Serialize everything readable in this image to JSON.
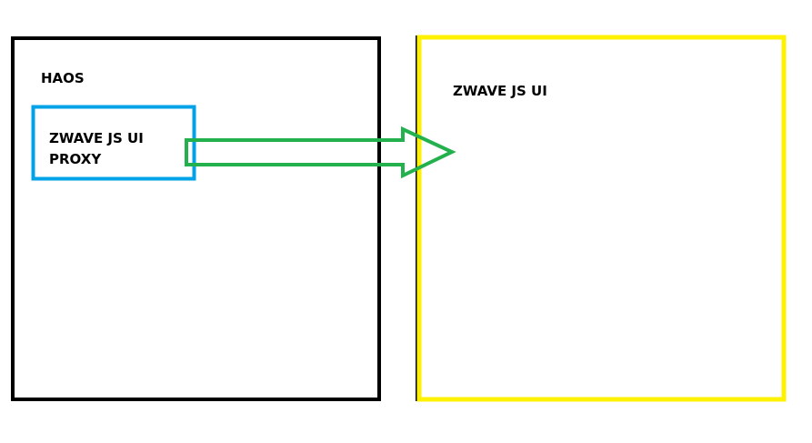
{
  "haos": {
    "label": "HAOS",
    "border_color": "#000000"
  },
  "proxy": {
    "line1": "ZWAVE JS UI",
    "line2": "PROXY",
    "border_color": "#00A2E8"
  },
  "zwave": {
    "label": "ZWAVE JS UI",
    "border_color": "#FFF200"
  },
  "arrow": {
    "color": "#22B14C",
    "direction": "proxy-to-zwave-js-ui"
  }
}
